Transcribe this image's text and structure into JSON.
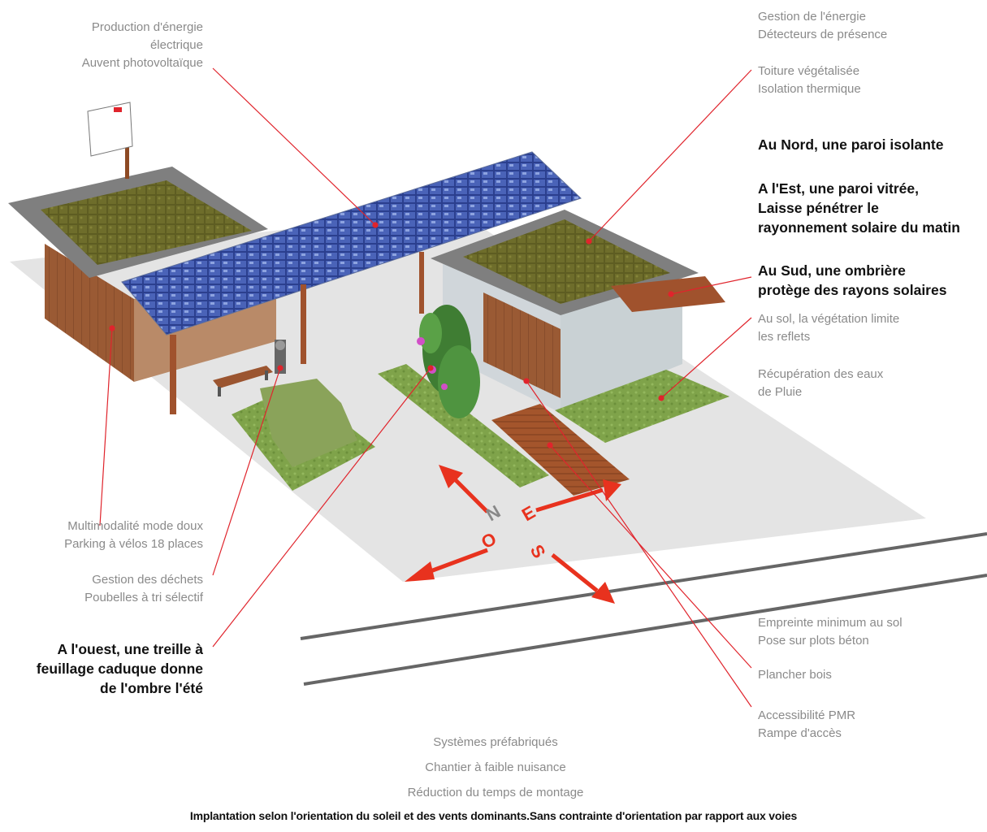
{
  "labels": {
    "production": [
      "Production d'énergie",
      "électrique",
      "Auvent photovoltaïque"
    ],
    "gestion_energie": [
      "Gestion de l'énergie",
      "Détecteurs de présence"
    ],
    "toiture": [
      "Toiture végétalisée",
      "Isolation thermique"
    ],
    "nord": [
      "Au Nord, une paroi isolante"
    ],
    "est": [
      "A l'Est, une paroi vitrée,",
      "Laisse pénétrer le",
      "rayonnement solaire du matin"
    ],
    "sud": [
      "Au Sud, une ombrière",
      "protège des rayons solaires"
    ],
    "sol": [
      "Au sol, la végétation limite",
      "les reflets"
    ],
    "pluie": [
      "Récupération des eaux",
      "de Pluie"
    ],
    "multimodal": [
      "Multimodalité mode doux",
      "Parking à vélos 18 places"
    ],
    "dechets": [
      "Gestion des déchets",
      "Poubelles à tri sélectif"
    ],
    "ouest": [
      "A l'ouest, une treille à",
      "feuillage caduque donne",
      "de l'ombre l'été"
    ],
    "empreinte": [
      "Empreinte minimum au sol",
      "Pose sur plots béton"
    ],
    "plancher": [
      "Plancher bois"
    ],
    "pmr": [
      "Accessibilité PMR",
      "Rampe d'accès"
    ]
  },
  "center_notes": [
    "Systèmes préfabriqués",
    "Chantier à faible nuisance",
    "Réduction du temps de montage"
  ],
  "compass": {
    "n": "N",
    "e": "E",
    "s": "S",
    "o": "O"
  },
  "caption": "Implantation selon l'orientation du soleil et des vents dominants.Sans contrainte d'orientation par rapport aux voies",
  "colors": {
    "leader": "#e0242c",
    "arrow": "#e8321e",
    "roof_green": "#6b6a2a",
    "solar_blue": "#2a3f8f",
    "wood": "#a0522d",
    "ground": "#e3e3e3"
  }
}
